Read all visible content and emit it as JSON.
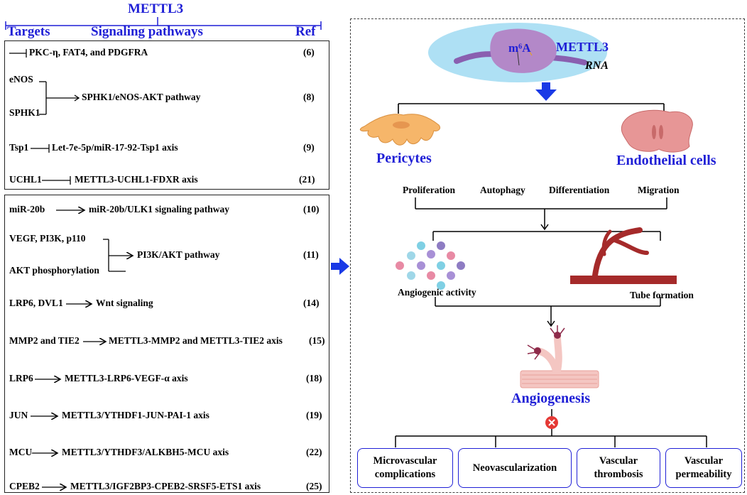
{
  "header": {
    "title": "METTL3",
    "col_targets": "Targets",
    "col_pathways": "Signaling pathways",
    "col_ref": "Ref"
  },
  "box1_rows": [
    {
      "target": "",
      "pathway": "PKC-η, FAT4, and PDGFRA",
      "ref": "(6)"
    },
    {
      "target_a": "eNOS",
      "target_b": "SPHK1",
      "pathway": "SPHK1/eNOS-AKT pathway",
      "ref": "(8)"
    },
    {
      "target": "Tsp1",
      "pathway": "Let-7e-5p/miR-17-92-Tsp1 axis",
      "ref": "(9)"
    },
    {
      "target": "UCHL1",
      "pathway": "METTL3-UCHL1-FDXR axis",
      "ref": "(21)"
    }
  ],
  "box2_rows": [
    {
      "target": "miR-20b",
      "pathway": "miR-20b/ULK1 signaling pathway",
      "ref": "(10)"
    },
    {
      "target_a": "VEGF, PI3K, p110",
      "target_b": "AKT phosphorylation",
      "pathway": "PI3K/AKT pathway",
      "ref": "(11)"
    },
    {
      "target": "LRP6, DVL1",
      "pathway": "Wnt signaling",
      "ref": "(14)"
    },
    {
      "target": "MMP2 and TIE2",
      "pathway": "METTL3-MMP2 and METTL3-TIE2 axis",
      "ref": "(15)"
    },
    {
      "target": "LRP6",
      "pathway": "METTL3-LRP6-VEGF-α axis",
      "ref": "(18)"
    },
    {
      "target": "JUN",
      "pathway": "METTL3/YTHDF1-JUN-PAI-1 axis",
      "ref": "(19)"
    },
    {
      "target": "MCU",
      "pathway": "METTL3/YTHDF3/ALKBH5-MCU axis",
      "ref": "(22)"
    },
    {
      "target": "CPEB2",
      "pathway": "METTL3/IGF2BP3-CPEB2-SRSF5-ETS1 axis",
      "ref": "(25)"
    }
  ],
  "right": {
    "m6a_label": "m⁶A",
    "mettl3_label": "METTL3",
    "rna_label": "RNA",
    "pericytes": "Pericytes",
    "endothelial": "Endothelial cells",
    "processes": [
      "Proliferation",
      "Autophagy",
      "Differentiation",
      "Migration"
    ],
    "angiogenic_activity": "Angiogenic activity",
    "tube_formation": "Tube formation",
    "angiogenesis": "Angiogenesis",
    "outcomes": [
      "Microvascular complications",
      "Neovascularization",
      "Vascular thrombosis",
      "Vascular permeability"
    ]
  },
  "colors": {
    "accent_blue": "#1f1fd6",
    "arrow_blue": "#1a3ae6",
    "cell_orange": "#f6b66a",
    "cell_pink": "#e79696",
    "ellipse_blue": "#aee0f4",
    "vessel_red": "#a52a2a",
    "stop_red": "#e53935"
  }
}
